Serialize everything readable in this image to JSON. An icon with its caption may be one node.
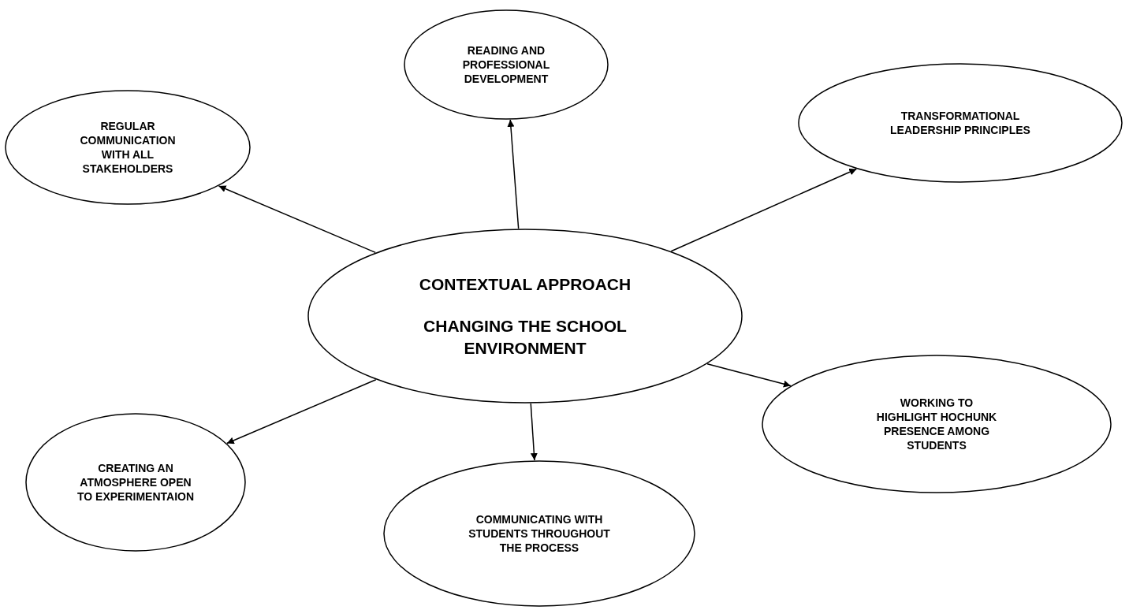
{
  "diagram": {
    "nodes": [
      {
        "text": [
          "CONTEXTUAL APPROACH",
          "CHANGING THE SCHOOL ENVIRONMENT"
        ]
      },
      {
        "text": [
          "READING AND PROFESSIONAL DEVELOPMENT"
        ]
      },
      {
        "text": [
          "REGULAR COMMUNICATION WITH ALL STAKEHOLDERS"
        ]
      },
      {
        "text": [
          "TRANSFORMATIONAL LEADERSHIP PRINCIPLES"
        ]
      },
      {
        "text": [
          "CREATING AN ATMOSPHERE OPEN TO EXPERIMENTAION"
        ]
      },
      {
        "text": [
          "COMMUNICATING WITH STUDENTS THROUGHOUT THE PROCESS"
        ]
      },
      {
        "text": [
          "WORKING TO HIGHLIGHT HOCHUNK PRESENCE AMONG STUDENTS"
        ]
      }
    ],
    "edges": [
      {
        "from": 0,
        "to": 1,
        "arrow": "to"
      },
      {
        "from": 0,
        "to": 2,
        "arrow": "to"
      },
      {
        "from": 0,
        "to": 3,
        "arrow": "to"
      },
      {
        "from": 0,
        "to": 4,
        "arrow": "to"
      },
      {
        "from": 0,
        "to": 5,
        "arrow": "to"
      },
      {
        "from": 0,
        "to": 6,
        "arrow": "to"
      }
    ]
  }
}
